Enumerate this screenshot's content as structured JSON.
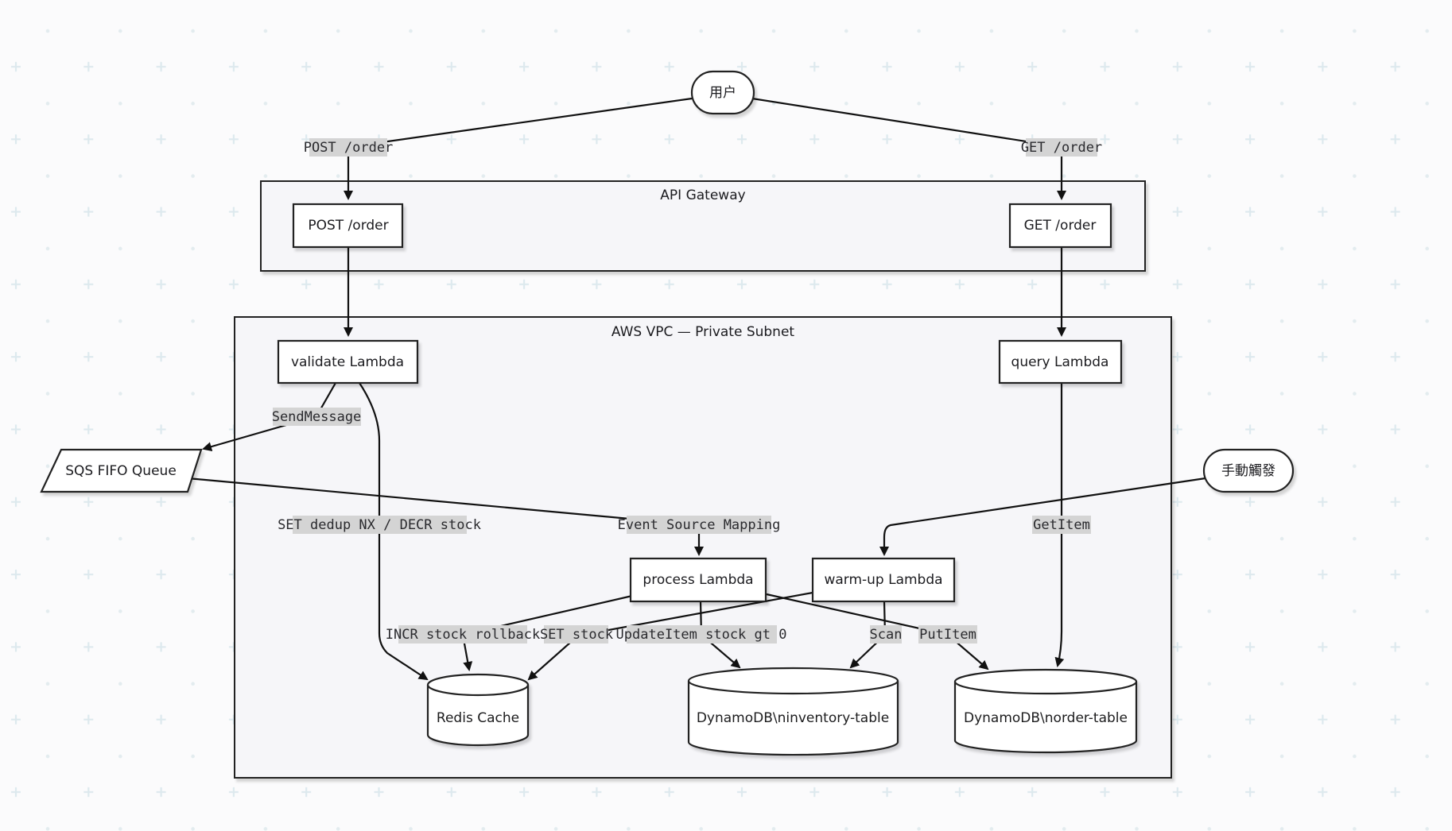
{
  "groups": {
    "api_gateway": "API Gateway",
    "vpc": "AWS VPC — Private Subnet"
  },
  "nodes": {
    "user": "用户",
    "manual": "手動觸發",
    "post_order": "POST /order",
    "get_order": "GET /order",
    "validate": "validate Lambda",
    "query": "query Lambda",
    "sqs": "SQS FIFO Queue",
    "process": "process Lambda",
    "warmup": "warm-up Lambda",
    "redis": "Redis Cache",
    "inventory": "DynamoDB\\ninventory-table",
    "orders": "DynamoDB\\norder-table"
  },
  "edges": {
    "user_post": "POST /order",
    "user_get": "GET /order",
    "send_message": "SendMessage",
    "set_dedup": "SET dedup NX / DECR stock",
    "event_source": "Event Source Mapping",
    "get_item": "GetItem",
    "incr_rollback": "INCR stock rollback",
    "set_stock": "SET stock",
    "update_item": "UpdateItem stock gt 0",
    "scan": "Scan",
    "put_item": "PutItem"
  },
  "colors": {
    "background": "#fbfbfc",
    "grid": "#dde9ee",
    "node_fill": "#ffffff",
    "group_fill": "#f6f6f9",
    "stroke": "#222222",
    "label_bg": "#d4d4d4"
  }
}
